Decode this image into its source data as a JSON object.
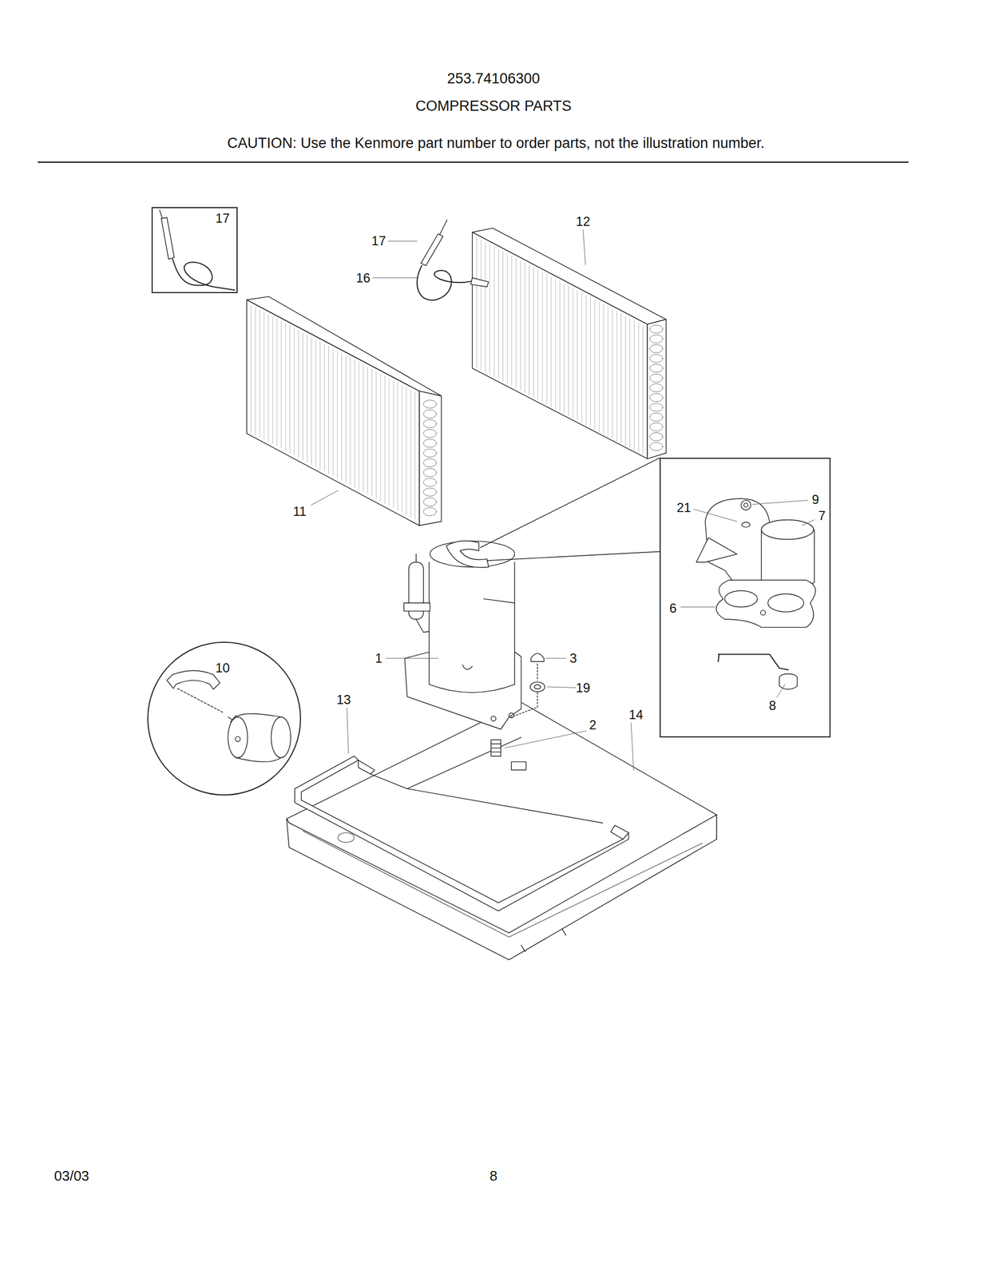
{
  "diagram": {
    "title": "COMPRESSOR PARTS",
    "nodes": [
      {
        "text": [
          "17"
        ]
      },
      {
        "text": [
          "21",
          "9",
          "7",
          "6",
          "8"
        ]
      },
      {
        "text": [
          "10"
        ]
      }
    ],
    "labels": [
      "253.74106300",
      "CAUTION: Use the Kenmore part number to order parts, not the illustration number.",
      "12",
      "17",
      "16",
      "11",
      "1",
      "3",
      "19",
      "13",
      "14",
      "2",
      "03/03",
      "8"
    ]
  }
}
